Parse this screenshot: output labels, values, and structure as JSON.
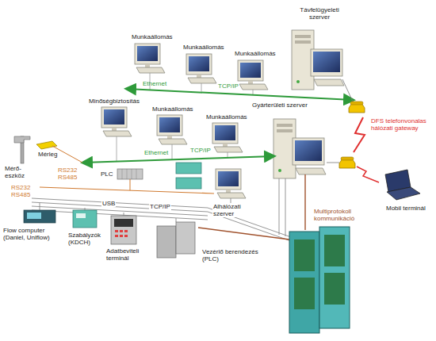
{
  "diagram": {
    "labels": [
      "Munkaállomás",
      "Munkaállomás",
      "Munkaállomás",
      "Távfelügyeleti szerver",
      "Ethernet",
      "TCP/IP",
      "Minőségbiztosítás",
      "Munkaállomás",
      "Munkaállomás",
      "Gyárterületi szerver",
      "DFS telefonvonalas hálózati gateway",
      "Mérő-eszköz",
      "Mérleg",
      "Ethernet",
      "TCP/IP",
      "RS232",
      "RS485",
      "PLC",
      "RS232",
      "RS485",
      "Alhálózati szerver",
      "Mobil terminál",
      "USB",
      "TCP/IP",
      "Multiprotokoll kommunikáció",
      "Flow computer (Daniel, Uniflow)",
      "Szabályzók (KDCH)",
      "Adatbeviteli terminál",
      "Vezérlő berendezés (PLC)"
    ]
  }
}
